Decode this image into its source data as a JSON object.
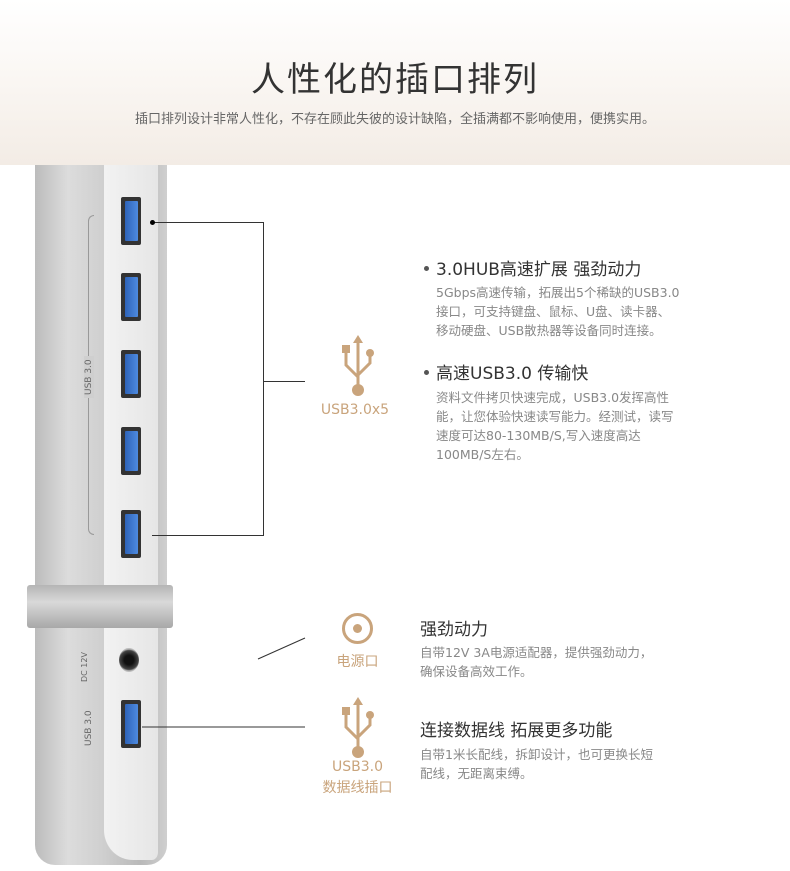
{
  "header": {
    "title": "人性化的插口排列",
    "subtitle": "插口排列设计非常人性化，不存在顾此失彼的设计缺陷，全插满都不影响使用，便携实用。"
  },
  "device": {
    "side_label_top": "USB 3.0",
    "dc_label": "DC 12V",
    "side_label_bottom": "USB 3.0"
  },
  "callouts": {
    "usb_ports": {
      "label": "USB3.0x5",
      "icon": "usb-icon"
    },
    "power": {
      "label": "电源口",
      "icon": "power-port-icon"
    },
    "data_port": {
      "label_line1": "USB3.0",
      "label_line2": "数据线插口",
      "icon": "usb-icon"
    }
  },
  "features": [
    {
      "title": "3.0HUB高速扩展 强劲动力",
      "lines": [
        "5Gbps高速传输，拓展出5个稀缺的USB3.0",
        "接口，可支持键盘、鼠标、U盘、读卡器、",
        "移动硬盘、USB散热器等设备同时连接。"
      ]
    },
    {
      "title": "高速USB3.0 传输快",
      "lines": [
        "资料文件拷贝快速完成，USB3.0发挥高性",
        "能，让您体验快速读写能力。经测试，读写",
        "速度可达80-130MB/S,写入速度高达",
        "100MB/S左右。"
      ]
    },
    {
      "title": "强劲动力",
      "lines": [
        "自带12V  3A电源适配器，提供强劲动力，",
        "确保设备高效工作。"
      ]
    },
    {
      "title": "连接数据线 拓展更多功能",
      "lines": [
        "自带1米长配线，拆卸设计，也可更换长短",
        "配线，无距离束缚。"
      ]
    }
  ],
  "colors": {
    "accent": "#c9a47c",
    "port_blue": "#3a74cc"
  }
}
